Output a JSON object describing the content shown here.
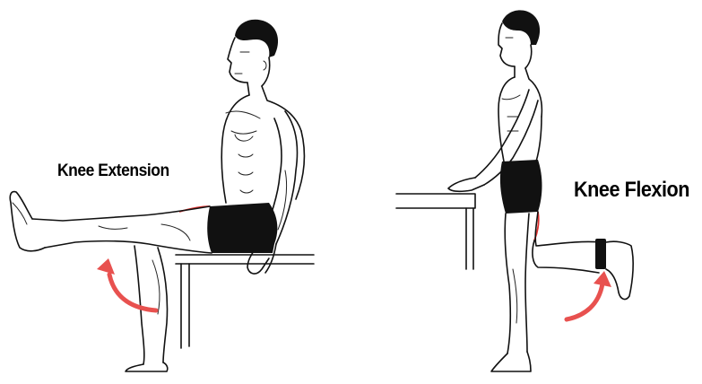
{
  "labels": {
    "knee_extension": "Knee Extension",
    "knee_flexion": "Knee Flexion"
  },
  "colors": {
    "background": "#ffffff",
    "line_art": "#111111",
    "shorts": "#111111",
    "arrow": "#e8514f",
    "muscle_highlight": "#e0302e"
  },
  "icons": {
    "extension_arrow": "curved-arrow-up",
    "flexion_arrow": "curved-arrow-up-right"
  }
}
